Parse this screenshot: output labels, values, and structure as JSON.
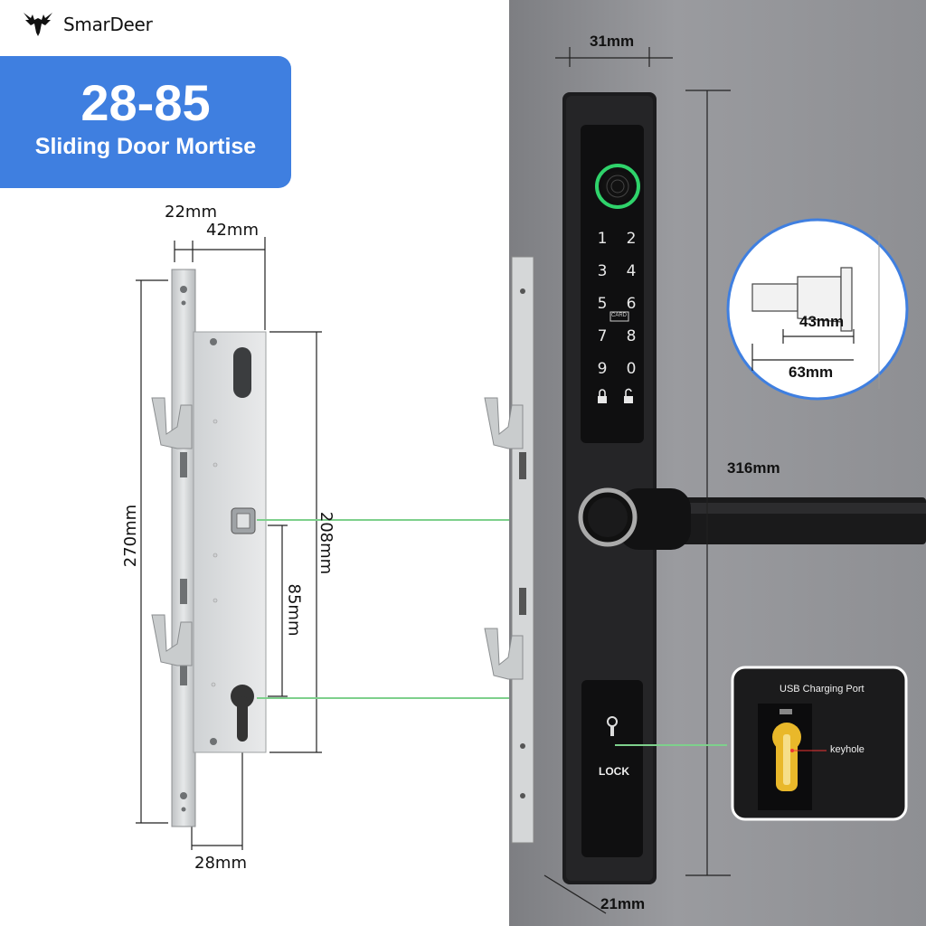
{
  "brand": {
    "name": "SmarDeer"
  },
  "badge": {
    "title": "28-85",
    "subtitle": "Sliding Door Mortise"
  },
  "mortise": {
    "dim_22": "22mm",
    "dim_42": "42mm",
    "dim_270": "270mm",
    "dim_208": "208mm",
    "dim_85": "85mm",
    "dim_28": "28mm"
  },
  "lock": {
    "dim_31": "31mm",
    "dim_316": "316mm",
    "dim_21": "21mm",
    "keypad": [
      "1",
      "2",
      "3",
      "4",
      "5",
      "6",
      "7",
      "8",
      "9",
      "0"
    ],
    "card_label": "CARD",
    "lock_label": "LOCK"
  },
  "spindle_inset": {
    "dim_43": "43mm",
    "dim_63": "63mm"
  },
  "usb_inset": {
    "usb_label": "USB Charging Port",
    "keyhole_label": "keyhole"
  },
  "colors": {
    "badge_blue": "#3f7fe0",
    "door_gray": "#8f9094",
    "lock_black": "#1c1c1e",
    "fingerprint_green": "#2fd36b",
    "guide_green": "#7ed08c"
  }
}
